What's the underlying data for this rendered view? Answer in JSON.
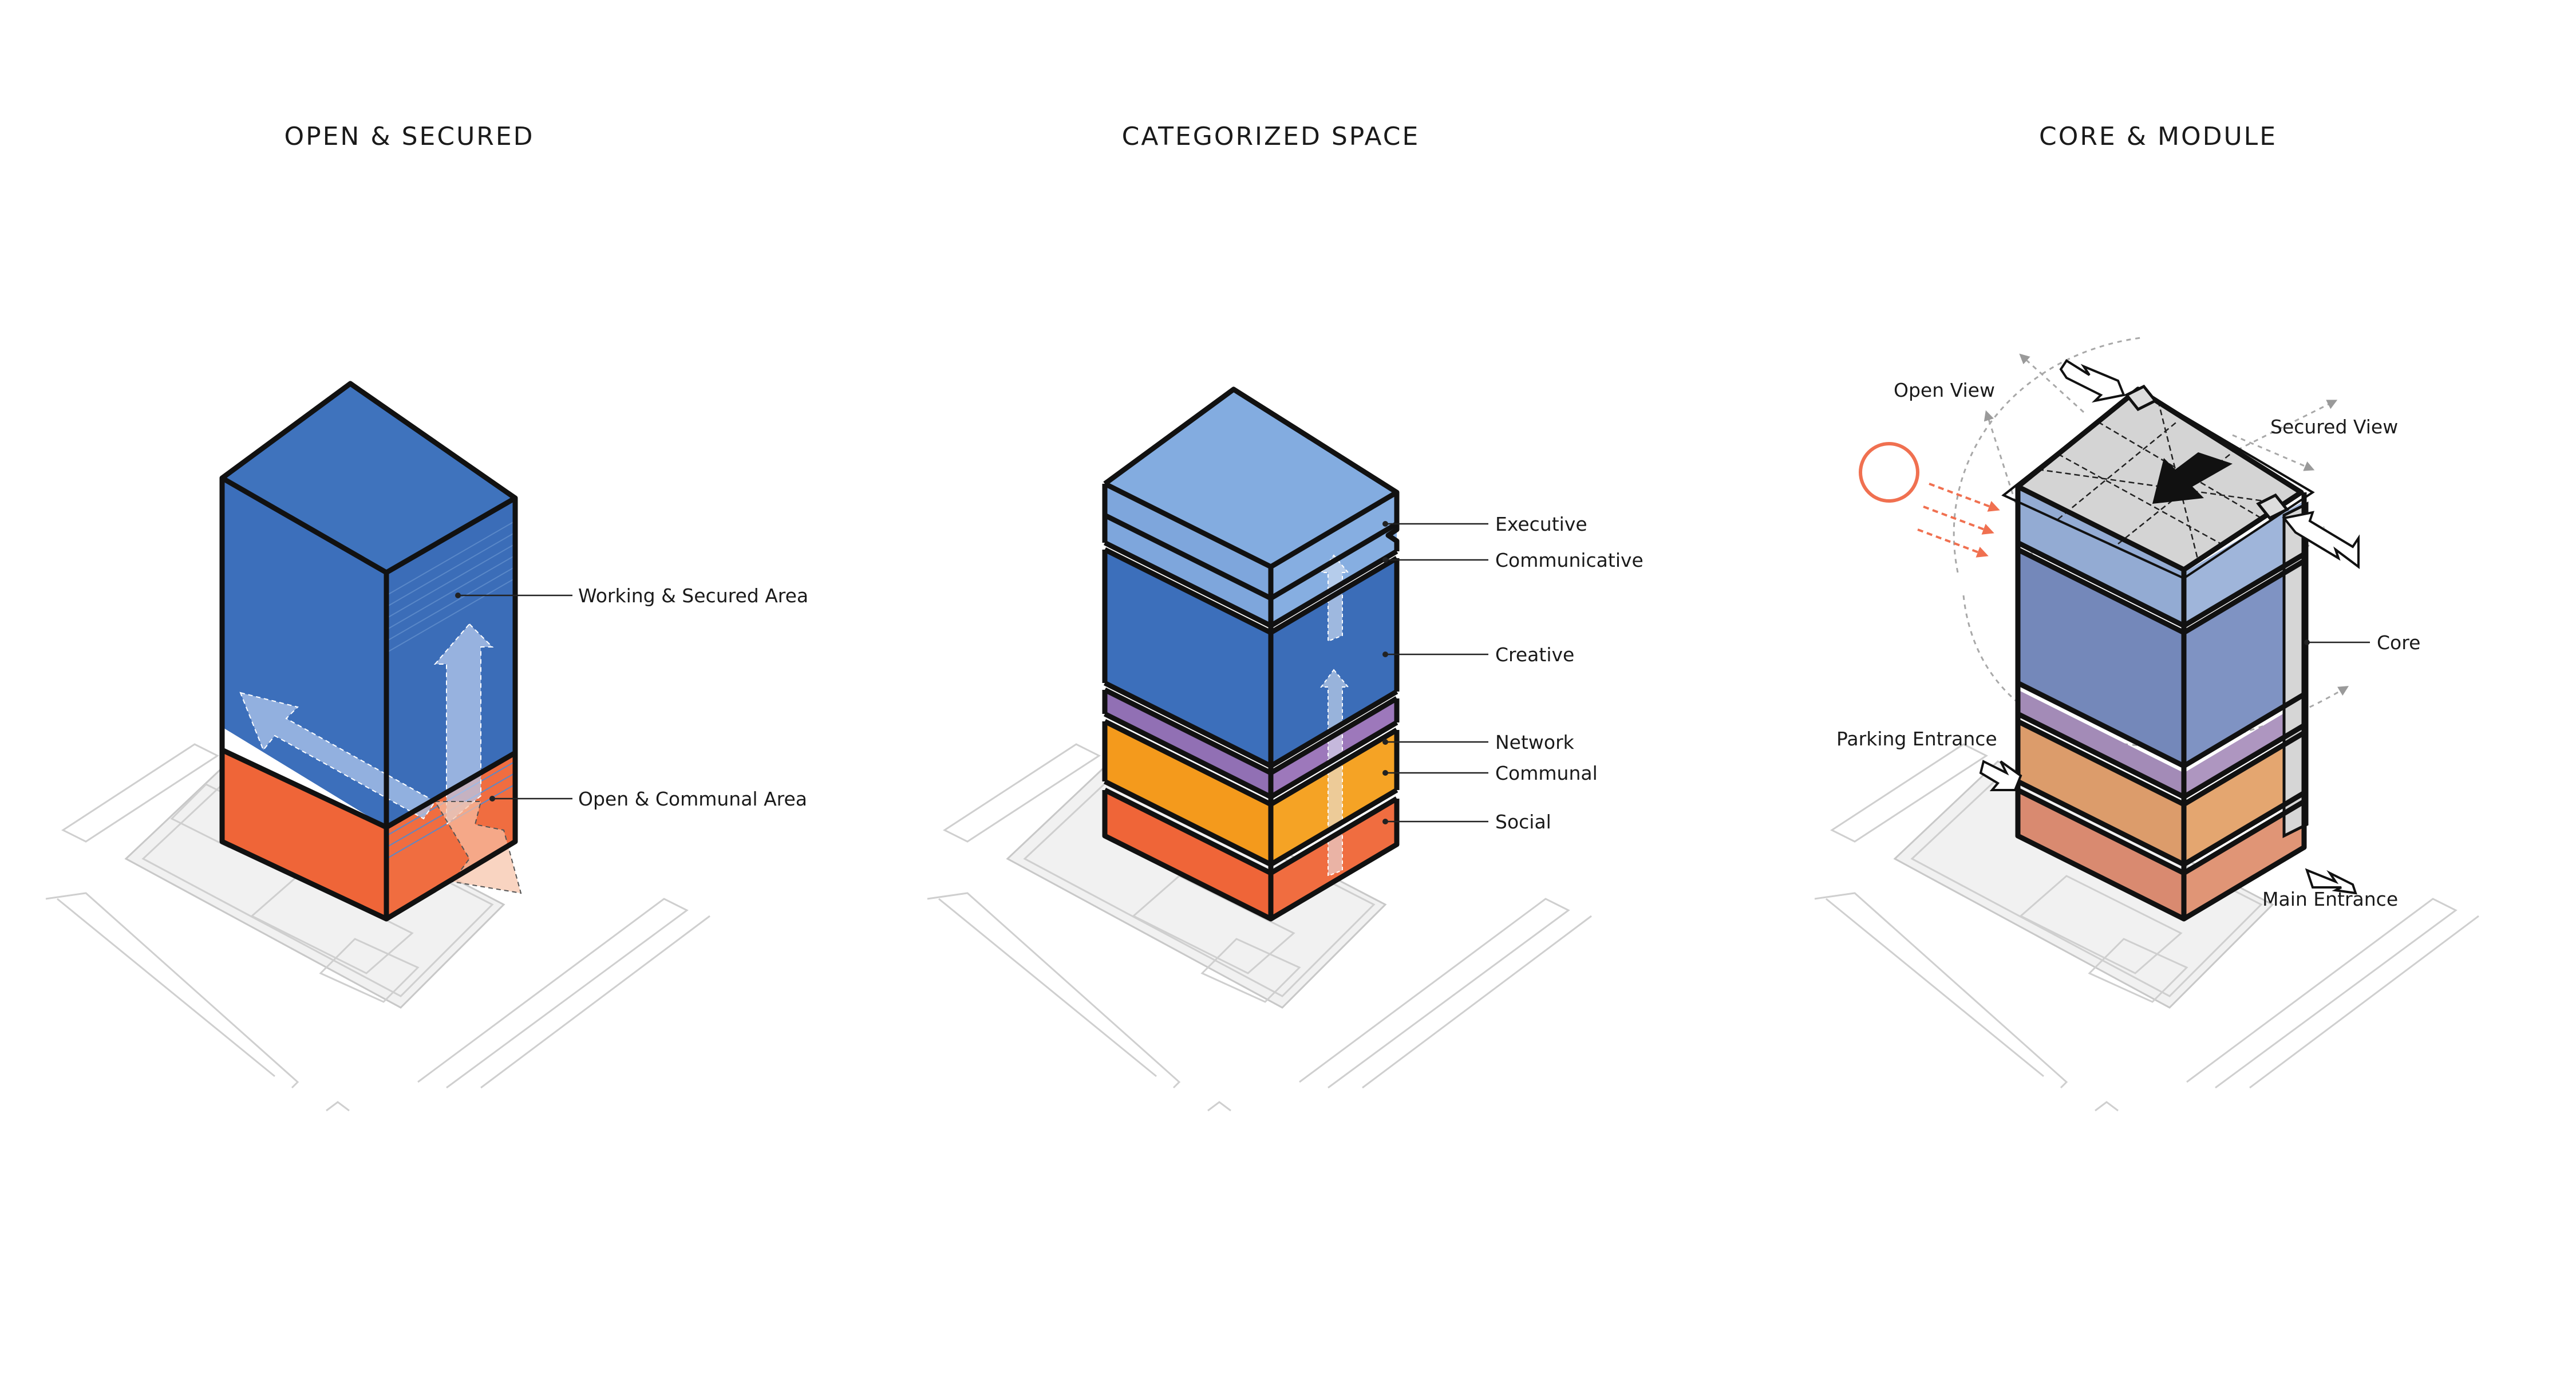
{
  "panels": [
    {
      "title": "OPEN & SECURED",
      "labels": [
        "Working & Secured Area",
        "Open & Communal Area"
      ]
    },
    {
      "title": "CATEGORIZED SPACE",
      "labels": [
        "Executive",
        "Communicative",
        "Creative",
        "Network",
        "Communal",
        "Social"
      ]
    },
    {
      "title": "CORE & MODULE",
      "labels": [
        "Open View",
        "Secured View",
        "Core",
        "Parking Entrance",
        "Main Entrance"
      ]
    }
  ],
  "colors": {
    "blue_top": "#3f73bd",
    "blue_side": "#3a6cb7",
    "light_blue": "#83ace0",
    "orange": "#f26a3c",
    "amber": "#f5a020",
    "purple": "#9a73b8",
    "muted_blue": "#7b8fbf",
    "muted_purple": "#a992bb",
    "muted_orange": "#e2a06e",
    "muted_red": "#d98a70",
    "sun": "#f07050",
    "roof_grey": "#d4d4d4"
  }
}
